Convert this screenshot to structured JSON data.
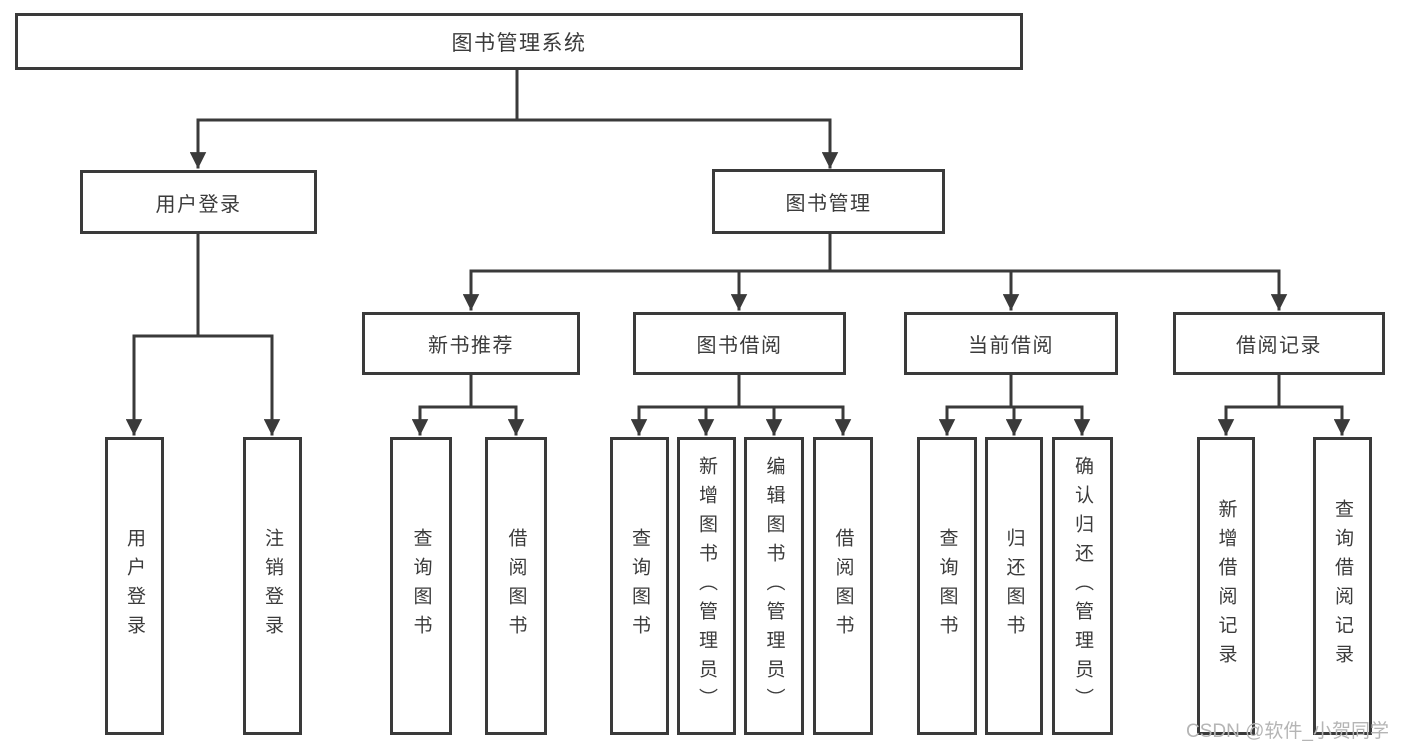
{
  "colors": {
    "line": "#3a3a3a",
    "text": "#3b3b3b",
    "background": "#ffffff",
    "watermark": "#b5b5b5"
  },
  "watermark": {
    "text": "CSDN @软件_小贺同学"
  },
  "tree": {
    "root": {
      "label": "图书管理系统",
      "children": [
        {
          "label": "用户登录",
          "children": [
            {
              "label": "用户登录"
            },
            {
              "label": "注销登录"
            }
          ]
        },
        {
          "label": "图书管理",
          "children": [
            {
              "label": "新书推荐",
              "children": [
                {
                  "label": "查询图书"
                },
                {
                  "label": "借阅图书"
                }
              ]
            },
            {
              "label": "图书借阅",
              "children": [
                {
                  "label": "查询图书"
                },
                {
                  "label": "新增图书（管理员）"
                },
                {
                  "label": "编辑图书（管理员）"
                },
                {
                  "label": "借阅图书"
                }
              ]
            },
            {
              "label": "当前借阅",
              "children": [
                {
                  "label": "查询图书"
                },
                {
                  "label": "归还图书"
                },
                {
                  "label": "确认归还（管理员）"
                }
              ]
            },
            {
              "label": "借阅记录",
              "children": [
                {
                  "label": "新增借阅记录"
                },
                {
                  "label": "查询借阅记录"
                }
              ]
            }
          ]
        }
      ]
    }
  }
}
